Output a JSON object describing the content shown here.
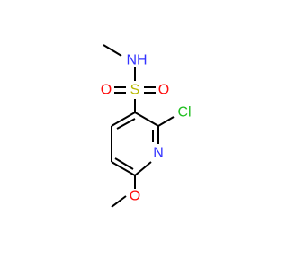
{
  "molecule": {
    "atoms": {
      "nh": "NH",
      "sulfur": "S",
      "oxygen_left": "O",
      "oxygen_right": "O",
      "chlorine": "Cl",
      "nitrogen_ring": "N",
      "oxygen_methoxy": "O"
    },
    "colors": {
      "bond": "#000000",
      "nitrogen": "#3333ff",
      "sulfur": "#b8b800",
      "oxygen": "#ff0d0d",
      "chlorine": "#1fbf1f"
    }
  }
}
